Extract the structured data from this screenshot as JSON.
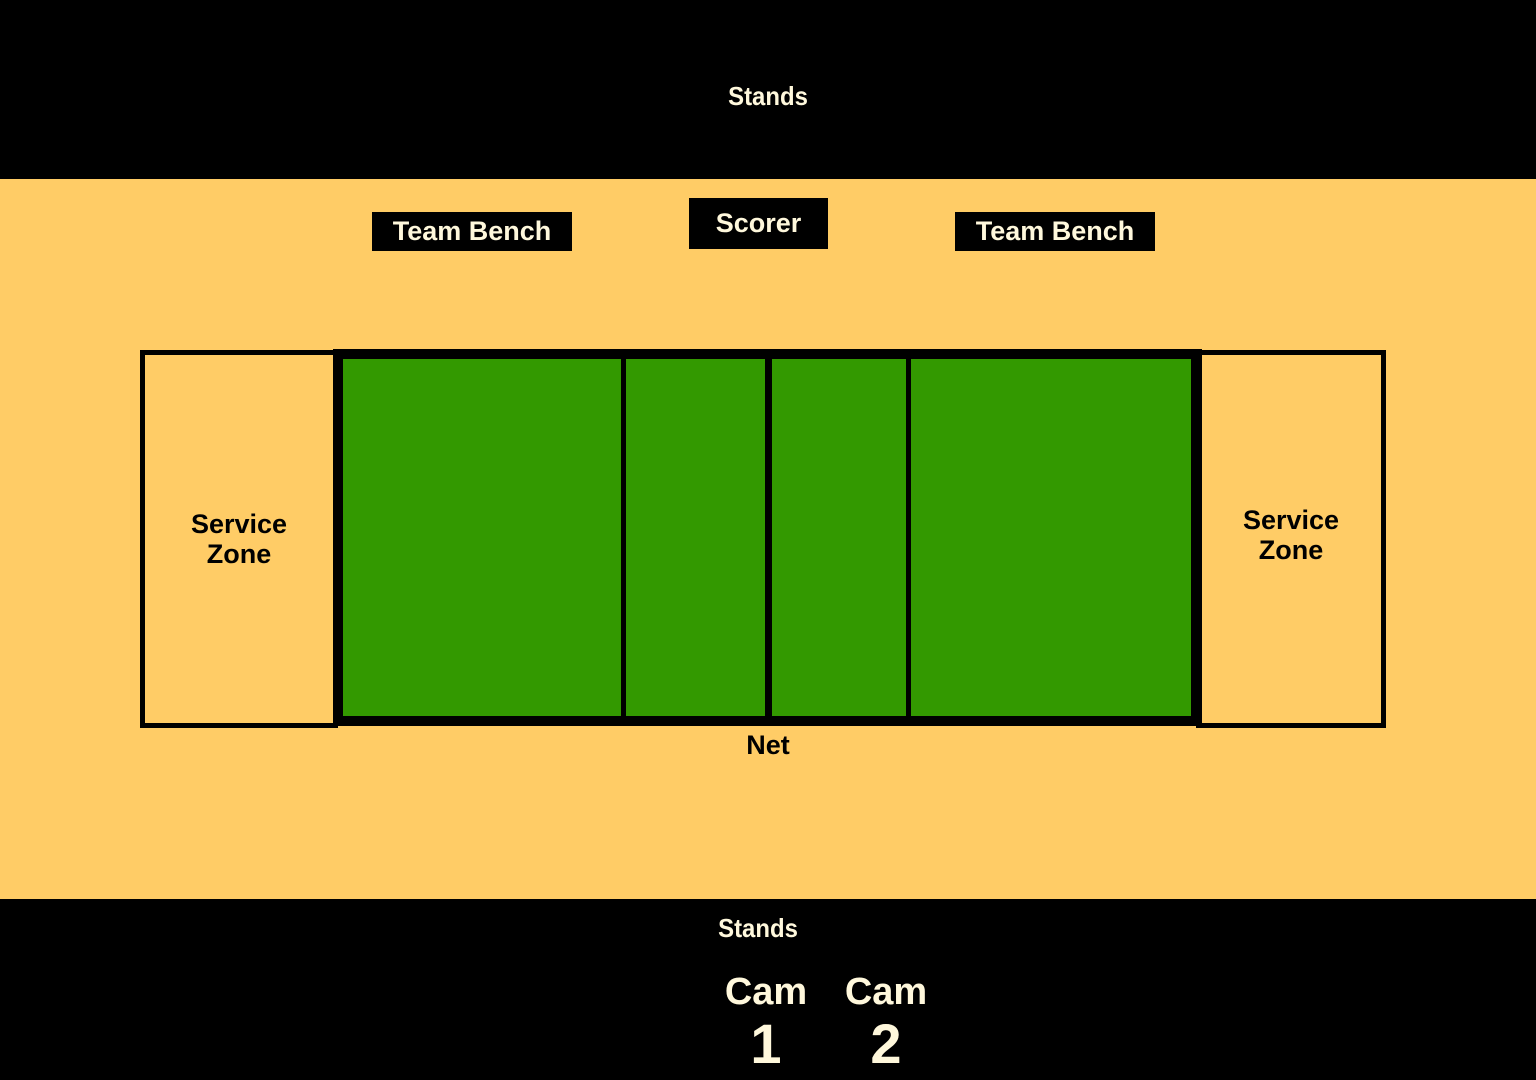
{
  "stands": {
    "top_label": "Stands",
    "bottom_label": "Stands"
  },
  "benches": {
    "left_label": "Team Bench",
    "right_label": "Team Bench"
  },
  "scorer": {
    "label": "Scorer"
  },
  "service_zones": {
    "left": {
      "line1": "Service",
      "line2": "Zone"
    },
    "right": {
      "line1": "Service",
      "line2": "Zone"
    }
  },
  "net": {
    "label": "Net"
  },
  "cameras": [
    {
      "word": "Cam",
      "number": "1"
    },
    {
      "word": "Cam",
      "number": "2"
    }
  ],
  "colors": {
    "floor": "#ffcc66",
    "court": "#339900",
    "lines": "#000000",
    "stands": "#000000",
    "label_text": "#fff8dc"
  }
}
